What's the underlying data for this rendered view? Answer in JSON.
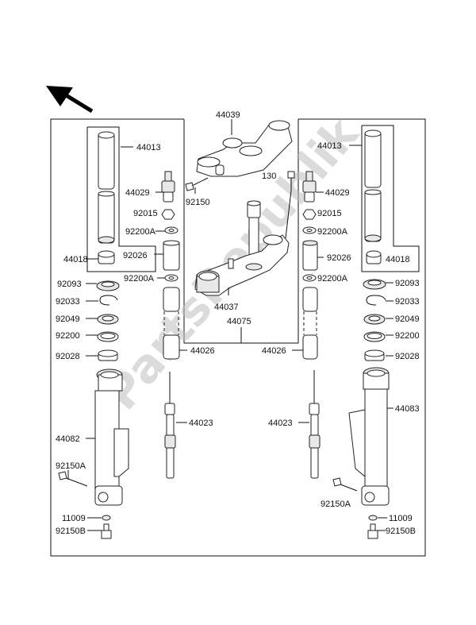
{
  "diagram": {
    "title": "Front Fork",
    "watermark": "PartsRepublik",
    "direction_icon": "arrow-up-left-icon",
    "labels": {
      "upper_bracket": "44039",
      "bolt_130": "130",
      "bolt_92150": "92150",
      "stem_bracket": "44037",
      "stem_assy": "44075",
      "left": {
        "tube": "44013",
        "bush": "44018",
        "cap": "44029",
        "nut": "92015",
        "washer_upper": "92200A",
        "spacer": "92026",
        "washer_lower": "92200A",
        "spring": "44026",
        "dust_seal": "92093",
        "clip": "92033",
        "oil_seal": "92049",
        "washer": "92200",
        "guide_bush": "92028",
        "cylinder": "44023",
        "outer_tube": "44082",
        "bolt_a": "92150A",
        "gasket": "11009",
        "bolt_b": "92150B"
      },
      "right": {
        "tube": "44013",
        "bush": "44018",
        "cap": "44029",
        "nut": "92015",
        "washer_upper": "92200A",
        "spacer": "92026",
        "washer_lower": "92200A",
        "spring": "44026",
        "dust_seal": "92093",
        "clip": "92033",
        "oil_seal": "92049",
        "washer": "92200",
        "guide_bush": "92028",
        "cylinder": "44023",
        "outer_tube": "44083",
        "bolt_a": "92150A",
        "gasket": "11009",
        "bolt_b": "92150B"
      }
    }
  }
}
